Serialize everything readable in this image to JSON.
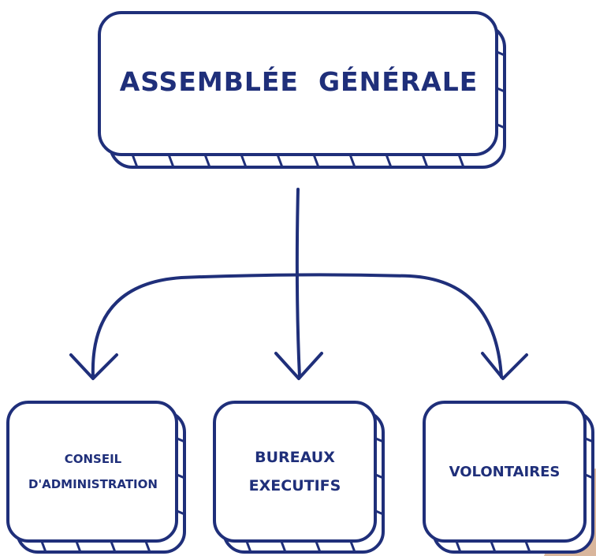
{
  "diagram": {
    "top": {
      "label": "ASSEMBLÉE  GÉNÉRALE"
    },
    "children": [
      {
        "line1": "CONSEIL",
        "line2": "D'ADMINISTRATION"
      },
      {
        "line1": "BUREAUX",
        "line2": "EXECUTIFS"
      },
      {
        "line1": "VOLONTAIRES"
      }
    ]
  },
  "colors": {
    "stroke": "#1f2f7a",
    "background": "#ffffff",
    "accent_shape": "#d9b69c"
  }
}
